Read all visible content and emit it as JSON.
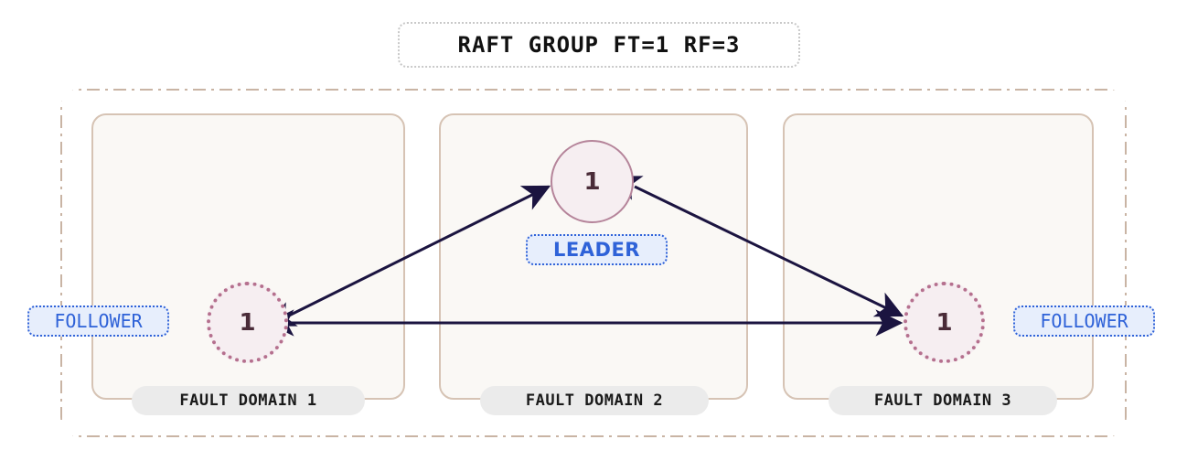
{
  "title": {
    "text": "RAFT GROUP FT=1 RF=3"
  },
  "fault_domains": [
    {
      "label": "FAULT DOMAIN 1"
    },
    {
      "label": "FAULT DOMAIN 2"
    },
    {
      "label": "FAULT DOMAIN 3"
    }
  ],
  "nodes": [
    {
      "id": "follower-left",
      "value": "1",
      "role": "FOLLOWER",
      "domain": "FAULT DOMAIN 1",
      "border_style": "dotted"
    },
    {
      "id": "leader",
      "value": "1",
      "role": "LEADER",
      "domain": "FAULT DOMAIN 2",
      "border_style": "solid"
    },
    {
      "id": "follower-right",
      "value": "1",
      "role": "FOLLOWER",
      "domain": "FAULT DOMAIN 3",
      "border_style": "dotted"
    }
  ],
  "badges": {
    "leader": "LEADER",
    "follower_left": "FOLLOWER",
    "follower_right": "FOLLOWER"
  },
  "connections": [
    {
      "from": "follower-left",
      "to": "leader",
      "style": "double-headed"
    },
    {
      "from": "leader",
      "to": "follower-right",
      "style": "double-headed"
    },
    {
      "from": "follower-left",
      "to": "follower-right",
      "style": "double-headed"
    }
  ],
  "colors": {
    "node_fill": "#f6eef1",
    "leader_border": "#b5849a",
    "follower_border": "#b5708e",
    "node_text": "#4a2b38",
    "badge_text": "#2f62d8",
    "badge_fill": "#e7eefc",
    "fault_domain_fill": "#faf8f5",
    "fault_domain_border": "#d6c3b4",
    "outer_border": "#c9b4a4",
    "arrow": "#1b1440",
    "fd_label_fill": "#ebebeb",
    "title_border": "#c9c9c9"
  }
}
